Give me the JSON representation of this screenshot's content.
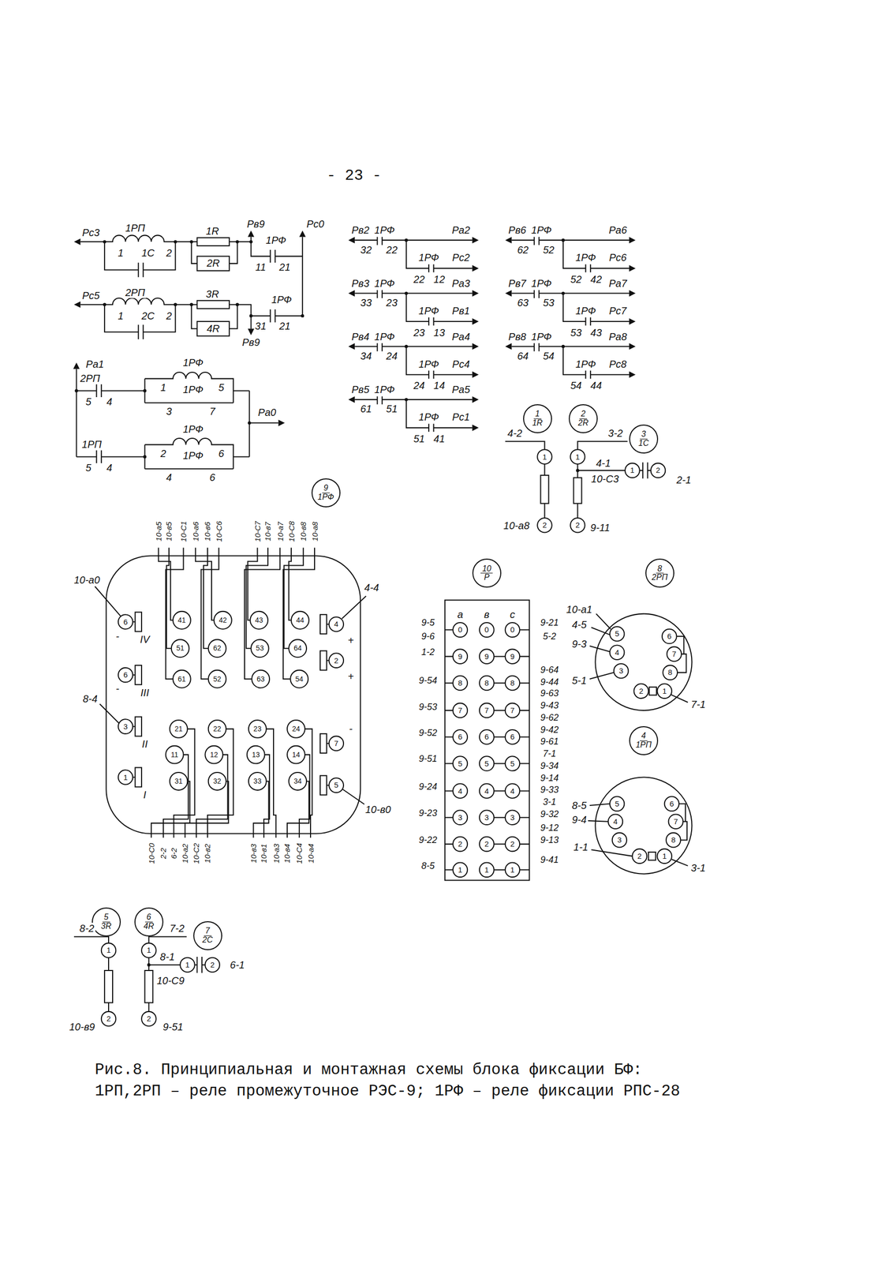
{
  "diagram": {
    "caption": "Рис.8. Принципиальная и монтажная схемы блока фиксации БФ: 1РП,2РП – реле промежуточное РЭС-9; 1РФ – реле фиксации РПС-28",
    "nodes": [
      {
        "text": [
          "1",
          "1R"
        ]
      },
      {
        "text": [
          "2",
          "2R"
        ]
      },
      {
        "text": [
          "3",
          "1С"
        ]
      },
      {
        "text": [
          "9",
          "1РФ"
        ]
      },
      {
        "text": [
          "10",
          "Р"
        ]
      },
      {
        "text": [
          "8",
          "2РП"
        ]
      },
      {
        "text": [
          "4",
          "1РП"
        ]
      },
      {
        "text": [
          "5",
          "3R"
        ]
      },
      {
        "text": [
          "6",
          "4R"
        ]
      },
      {
        "text": [
          "7",
          "2С"
        ]
      }
    ],
    "labels": [
      "- 23 -",
      "Рс3",
      "1РП",
      "1R",
      "Рв9",
      "Рс0",
      "1РФ",
      "1",
      "1С",
      "2",
      "2R",
      "11",
      "21",
      "Рс5",
      "2РП",
      "3R",
      "1РФ",
      "1",
      "2С",
      "2",
      "4R",
      "31",
      "21",
      "Рв9",
      "1РФ",
      "Ра1",
      "2РП",
      "1",
      "1РФ",
      "5",
      "5",
      "4",
      "3",
      "7",
      "Ра0",
      "1РФ",
      "2",
      "1РФ",
      "6",
      "1РП",
      "5",
      "4",
      "4",
      "6",
      "Рв2",
      "1РФ",
      "Ра2",
      "32",
      "22",
      "1РФ",
      "Рс2",
      "22",
      "12",
      "Рв3",
      "1РФ",
      "Ра3",
      "33",
      "23",
      "1РФ",
      "Рв1",
      "23",
      "13",
      "Рв4",
      "1РФ",
      "Ра4",
      "34",
      "24",
      "1РФ",
      "Рс4",
      "24",
      "14",
      "Рв5",
      "1РФ",
      "Ра5",
      "61",
      "51",
      "1РФ",
      "Рс1",
      "51",
      "41",
      "Рв6",
      "1РФ",
      "Ра6",
      "62",
      "52",
      "1РФ",
      "Рс6",
      "52",
      "42",
      "Рв7",
      "1РФ",
      "Ра7",
      "63",
      "53",
      "1РФ",
      "Рс7",
      "53",
      "43",
      "Рв8",
      "1РФ",
      "Ра8",
      "64",
      "54",
      "1РФ",
      "Рс8",
      "54",
      "44",
      "4-2",
      "3-2",
      "1",
      "1",
      "2",
      "2",
      "10-а8",
      "9-11",
      "4-1",
      "10-С3",
      "1",
      "2",
      "2-1",
      "10-а5",
      "10-в5",
      "10-С1",
      "10-а6",
      "10-в6",
      "10-С6",
      "10-С7",
      "10-в7",
      "10-а7",
      "10-С8",
      "10-в8",
      "10-а8",
      "10-С0",
      "2-2",
      "6-2",
      "10-а2",
      "10-С2",
      "10-в2",
      "10-в3",
      "10-в1",
      "10-а3",
      "10-в4",
      "10-С4",
      "10-а4",
      "10-а0",
      "4-4",
      "8-4",
      "10-в0",
      "6",
      "6",
      "3",
      "1",
      "4",
      "2",
      "7",
      "5",
      "41",
      "42",
      "43",
      "44",
      "51",
      "62",
      "53",
      "64",
      "61",
      "52",
      "63",
      "54",
      "21",
      "22",
      "23",
      "24",
      "11",
      "12",
      "13",
      "14",
      "31",
      "32",
      "33",
      "34",
      "IV",
      "III",
      "II",
      "I",
      "-",
      "-",
      "+",
      "+",
      "-",
      "а",
      "в",
      "с",
      "0",
      "0",
      "0",
      "9",
      "9",
      "9",
      "8",
      "8",
      "8",
      "7",
      "7",
      "7",
      "6",
      "6",
      "6",
      "5",
      "5",
      "5",
      "4",
      "4",
      "4",
      "3",
      "3",
      "3",
      "2",
      "2",
      "2",
      "1",
      "1",
      "1",
      "9-5",
      "9-6",
      "1-2",
      "9-54",
      "9-53",
      "9-52",
      "9-51",
      "9-24",
      "9-23",
      "9-22",
      "8-5",
      "9-21",
      "5-2",
      "9-64",
      "9-44",
      "9-63",
      "9-43",
      "9-62",
      "9-42",
      "9-61",
      "7-1",
      "9-34",
      "9-14",
      "9-33",
      "3-1",
      "9-32",
      "9-12",
      "9-13",
      "9-41",
      "10-а1",
      "4-5",
      "9-3",
      "5-1",
      "7-1",
      "5",
      "4",
      "3",
      "2",
      "1",
      "6",
      "7",
      "8",
      "8-5",
      "9-4",
      "1-1",
      "3-1",
      "5",
      "4",
      "3",
      "2",
      "1",
      "6",
      "7",
      "8",
      "8-2",
      "7-2",
      "1",
      "1",
      "2",
      "2",
      "10-в9",
      "9-51",
      "8-1",
      "10-С9",
      "1",
      "2",
      "6-1"
    ]
  }
}
